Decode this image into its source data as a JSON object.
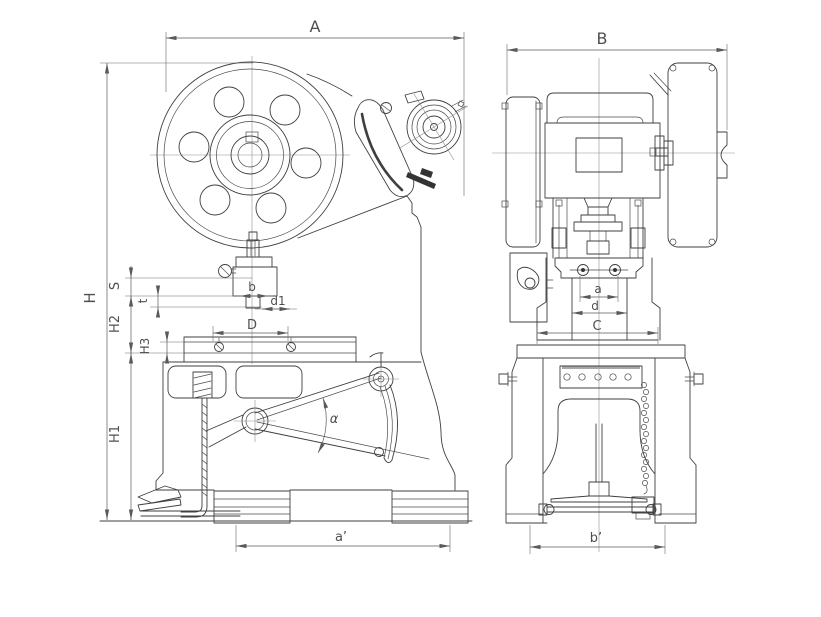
{
  "drawing": {
    "description": "Two-view outline dimension drawing of a C-frame eccentric punch press",
    "left_view": {
      "name": "side-view",
      "dim_overall_width": "A",
      "dim_total_height": "H",
      "dim_stroke": "S",
      "dim_t": "t",
      "dim_h2": "H2",
      "dim_h3": "H3",
      "dim_h1": "H1",
      "dim_b": "b",
      "dim_d1": "d1",
      "dim_bolster": "D",
      "dim_angle": "α",
      "dim_a_prime": "a’"
    },
    "right_view": {
      "name": "front-view",
      "dim_overall_width": "B",
      "dim_a": "a",
      "dim_d": "d",
      "dim_c": "C",
      "dim_b_prime": "b’"
    },
    "colors": {
      "background": "#ffffff",
      "line": "#3f3f3f",
      "dimension": "#5a5a5a",
      "centerline": "#8f8f8f"
    }
  }
}
